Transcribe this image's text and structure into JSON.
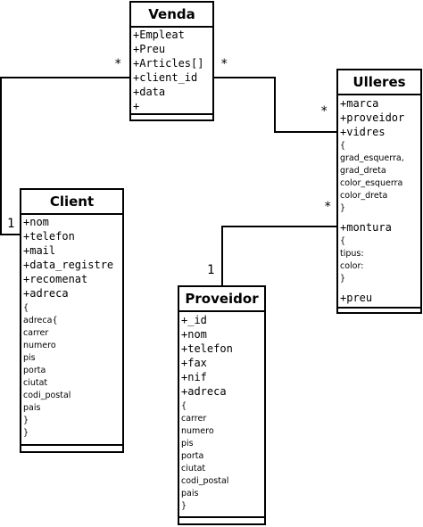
{
  "classes": {
    "venda": {
      "name": "Venda",
      "attributes": [
        "+Empleat",
        "+Preu",
        "+Articles[]",
        "+client_id",
        "+data",
        "+"
      ]
    },
    "client": {
      "name": "Client",
      "attributes": [
        "+nom",
        "+telefon",
        "+mail",
        "+data_registre",
        "+recomenat",
        "+adreca"
      ],
      "details": [
        "{",
        "adreca{",
        "carrer",
        "numero",
        "pis",
        "porta",
        "ciutat",
        "codi_postal",
        "pais",
        "}",
        "}"
      ]
    },
    "ulleres": {
      "name": "Ulleres",
      "attributes": [
        "+marca",
        "+proveidor",
        "+vidres"
      ],
      "vidres_details": [
        "{",
        "grad_esquerra,",
        "grad_dreta",
        "color_esquerra",
        "color_dreta",
        "}"
      ],
      "montura": "+montura",
      "montura_details": [
        "{",
        "tipus:",
        "color:",
        "}"
      ],
      "preu": "+preu"
    },
    "proveidor": {
      "name": "Proveidor",
      "attributes": [
        "+_id",
        "+nom",
        "+telefon",
        "+fax",
        "+nif",
        "+adreca"
      ],
      "details": [
        "{",
        "carrer",
        "numero",
        "pis",
        "porta",
        "ciutat",
        "codi_postal",
        "pais",
        "}"
      ]
    }
  },
  "multiplicities": {
    "venda_client_at_venda": "*",
    "venda_client_at_client": "1",
    "venda_ulleres_at_venda": "*",
    "venda_ulleres_at_ulleres": "*",
    "ulleres_proveidor_at_ulleres": "*",
    "ulleres_proveidor_at_proveidor": "1"
  }
}
